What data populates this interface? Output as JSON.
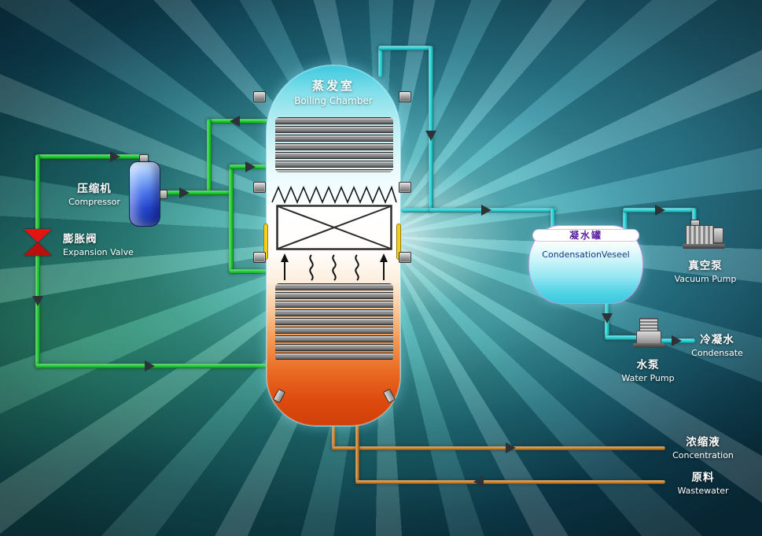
{
  "colors": {
    "pipe_green": "#1ed334",
    "pipe_cyan": "#2bd9de",
    "pipe_orange": "#d8872b",
    "valve_red": "#e31414",
    "arrow": "#2c3238"
  },
  "labels": {
    "boiling_chamber": {
      "zh": "蒸发室",
      "en": "Boiling Chamber"
    },
    "compressor": {
      "zh": "压缩机",
      "en": "Compressor"
    },
    "expansion_valve": {
      "zh": "膨胀阀",
      "en": "Expansion Valve"
    },
    "condensation_vessel": {
      "zh": "凝水罐",
      "en": "CondensationVeseel"
    },
    "vacuum_pump": {
      "zh": "真空泵",
      "en": "Vacuum Pump"
    },
    "water_pump": {
      "zh": "水泵",
      "en": "Water Pump"
    },
    "condensate": {
      "zh": "冷凝水",
      "en": "Condensate"
    },
    "concentration": {
      "zh": "浓缩液",
      "en": "Concentration"
    },
    "wastewater": {
      "zh": "原料",
      "en": "Wastewater"
    }
  }
}
